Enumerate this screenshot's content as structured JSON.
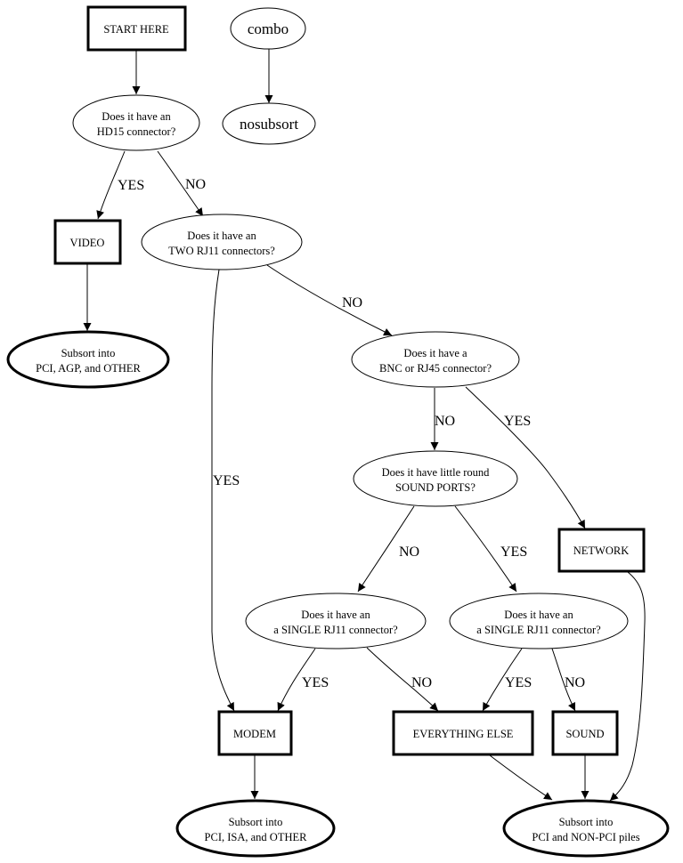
{
  "nodes": {
    "start": {
      "label": "START HERE",
      "shape": "box"
    },
    "combo": {
      "label": "combo",
      "shape": "ellipse"
    },
    "nosubsort": {
      "label": "nosubsort",
      "shape": "ellipse"
    },
    "hd15": {
      "lines": [
        "Does it have an",
        "HD15 connector?"
      ],
      "shape": "ellipse"
    },
    "video": {
      "label": "VIDEO",
      "shape": "box"
    },
    "two_rj11": {
      "lines": [
        "Does it have an",
        "TWO RJ11 connectors?"
      ],
      "shape": "ellipse"
    },
    "subsort_agp": {
      "lines": [
        "Subsort into",
        "PCI, AGP, and OTHER"
      ],
      "shape": "ellipse-bold"
    },
    "bnc_rj45": {
      "lines": [
        "Does it have a",
        "BNC or RJ45 connector?"
      ],
      "shape": "ellipse"
    },
    "sound_ports": {
      "lines": [
        "Does it have little round",
        "SOUND PORTS?"
      ],
      "shape": "ellipse"
    },
    "network": {
      "label": "NETWORK",
      "shape": "box"
    },
    "single_rj11_left": {
      "lines": [
        "Does it have an",
        "a SINGLE RJ11 connector?"
      ],
      "shape": "ellipse"
    },
    "single_rj11_right": {
      "lines": [
        "Does it have an",
        "a SINGLE RJ11 connector?"
      ],
      "shape": "ellipse"
    },
    "modem": {
      "label": "MODEM",
      "shape": "box"
    },
    "everything_else": {
      "label": "EVERYTHING ELSE",
      "shape": "box"
    },
    "sound": {
      "label": "SOUND",
      "shape": "box"
    },
    "subsort_isa": {
      "lines": [
        "Subsort into",
        "PCI, ISA, and OTHER"
      ],
      "shape": "ellipse-bold"
    },
    "subsort_nonpci": {
      "lines": [
        "Subsort into",
        "PCI and NON-PCI piles"
      ],
      "shape": "ellipse-bold"
    }
  },
  "edges": [
    {
      "from": "start",
      "to": "hd15",
      "label": ""
    },
    {
      "from": "combo",
      "to": "nosubsort",
      "label": ""
    },
    {
      "from": "hd15",
      "to": "video",
      "label": "YES"
    },
    {
      "from": "hd15",
      "to": "two_rj11",
      "label": "NO"
    },
    {
      "from": "video",
      "to": "subsort_agp",
      "label": ""
    },
    {
      "from": "two_rj11",
      "to": "bnc_rj45",
      "label": "NO"
    },
    {
      "from": "two_rj11",
      "to": "modem",
      "label": "YES"
    },
    {
      "from": "bnc_rj45",
      "to": "sound_ports",
      "label": "NO"
    },
    {
      "from": "bnc_rj45",
      "to": "network",
      "label": "YES"
    },
    {
      "from": "sound_ports",
      "to": "single_rj11_left",
      "label": "NO"
    },
    {
      "from": "sound_ports",
      "to": "single_rj11_right",
      "label": "YES"
    },
    {
      "from": "single_rj11_left",
      "to": "modem",
      "label": "YES"
    },
    {
      "from": "single_rj11_left",
      "to": "everything_else",
      "label": "NO"
    },
    {
      "from": "single_rj11_right",
      "to": "everything_else",
      "label": "YES"
    },
    {
      "from": "single_rj11_right",
      "to": "sound",
      "label": "NO"
    },
    {
      "from": "modem",
      "to": "subsort_isa",
      "label": ""
    },
    {
      "from": "everything_else",
      "to": "subsort_nonpci",
      "label": ""
    },
    {
      "from": "sound",
      "to": "subsort_nonpci",
      "label": ""
    },
    {
      "from": "network",
      "to": "subsort_nonpci",
      "label": ""
    }
  ],
  "edge_labels": {
    "hd15_video": "YES",
    "hd15_two": "NO",
    "two_bnc": "NO",
    "two_modem": "YES",
    "bnc_sound": "NO",
    "bnc_network": "YES",
    "sound_left": "NO",
    "sound_right": "YES",
    "left_modem": "YES",
    "left_else": "NO",
    "right_else": "YES",
    "right_sound": "NO"
  }
}
